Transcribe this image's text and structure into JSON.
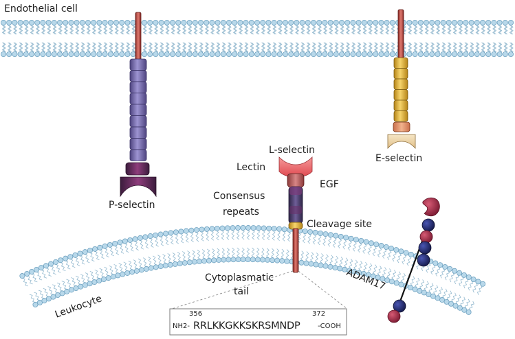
{
  "labels": {
    "endothelial_cell": "Endothelial cell",
    "p_selectin": "P-selectin",
    "e_selectin": "E-selectin",
    "l_selectin": "L-selectin",
    "lectin": "Lectin",
    "egf": "EGF",
    "consensus_line1": "Consensus",
    "consensus_line2": "repeats",
    "cleavage_site": "Cleavage site",
    "cytoplasmatic_line1": "Cytoplasmatic",
    "cytoplasmatic_line2": "tail",
    "leukocyte": "Leukocyte",
    "adam17": "ADAM17"
  },
  "sequence": {
    "start_index": "356",
    "end_index": "372",
    "n_term": "NH2-",
    "residues": "RRLKKGKKSKRSMNDP",
    "c_term": "-COOH"
  },
  "colors": {
    "lipid_head": "#b8d8ea",
    "lipid_head_stroke": "#6fa2c0",
    "lipid_tail": "#93b9cf",
    "p_selectin": "#7f74b8",
    "e_selectin": "#e8bd4a",
    "lectin": "#e8636a",
    "transmembrane": "#b5453f",
    "adam17_red": "#a8314c",
    "adam17_blue": "#232a6e"
  },
  "icons": [
    "lipid-bilayer",
    "selectin-chain",
    "lectin-domain",
    "adam17-protease"
  ]
}
